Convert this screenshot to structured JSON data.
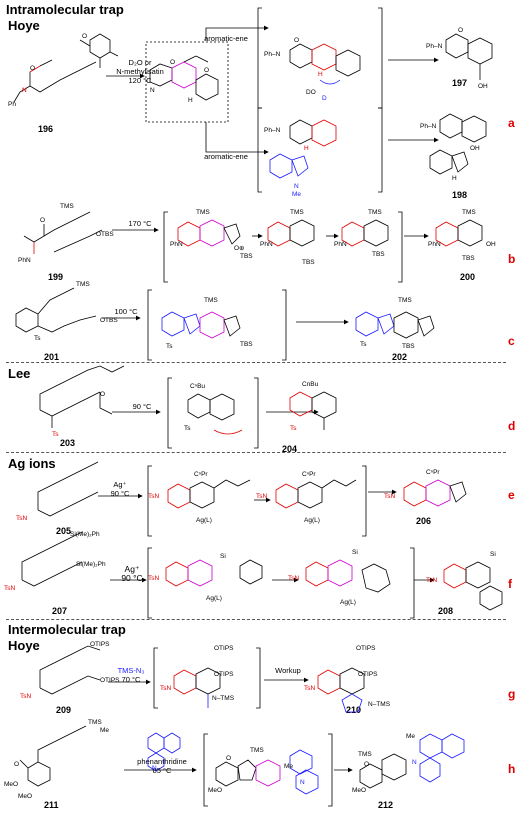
{
  "colors": {
    "panel_letter": "#e00000",
    "highlight_red": "#e00000",
    "highlight_blue": "#1a1aff",
    "highlight_magenta": "#cc00cc"
  },
  "headers": {
    "intramolecular": "Intramolecular trap",
    "hoye1": "Hoye",
    "lee": "Lee",
    "ag": "Ag ions",
    "intermolecular": "Intermolecular trap",
    "hoye2": "Hoye"
  },
  "panels": [
    {
      "letter": "a",
      "compounds": [
        "196",
        "197",
        "198"
      ],
      "conditions": [
        "D₂O or",
        "N-methylisatin",
        "120 °C"
      ],
      "branch_labels": [
        "aromatic-ene",
        "aromatic-ene"
      ]
    },
    {
      "letter": "b",
      "compounds": [
        "199",
        "200"
      ],
      "conditions": [
        "170 °C"
      ]
    },
    {
      "letter": "c",
      "compounds": [
        "201",
        "202"
      ],
      "conditions": [
        "100 °C"
      ]
    },
    {
      "letter": "d",
      "compounds": [
        "203",
        "204"
      ],
      "conditions": [
        "90 °C"
      ]
    },
    {
      "letter": "e",
      "compounds": [
        "205",
        "206"
      ],
      "conditions": [
        "Ag⁺",
        "90 °C"
      ]
    },
    {
      "letter": "f",
      "compounds": [
        "207",
        "208"
      ],
      "conditions": [
        "Ag⁺",
        "90 °C"
      ]
    },
    {
      "letter": "g",
      "compounds": [
        "209",
        "210"
      ],
      "conditions": [
        "TMS-N₃",
        "70 °C"
      ],
      "step2": "Workup"
    },
    {
      "letter": "h",
      "compounds": [
        "211",
        "212"
      ],
      "conditions": [
        "phenanthridine",
        "85 °C"
      ]
    }
  ],
  "atoms": {
    "tms": "TMS",
    "otbs": "OTBS",
    "tbs": "TBS",
    "ts": "Ts",
    "tsn": "TsN",
    "phn": "PhN",
    "ph": "Ph",
    "phminus": "Ph–N",
    "o": "O",
    "oh": "OH",
    "h": "H",
    "d": "D",
    "do": "DO",
    "me": "Me",
    "n": "N",
    "nh": "H",
    "meo": "MeO",
    "otips": "OTIPS",
    "ntms": "N–TMS",
    "cnbu": "CⁿBu",
    "cnbu2": "CnBu",
    "cnpr": "CⁿPr",
    "agl": "Ag(L)",
    "si": "Si",
    "sime2ph": "Si(Me)₂Ph",
    "oplus": "O⊕",
    "tbs_plus": "TBS"
  }
}
